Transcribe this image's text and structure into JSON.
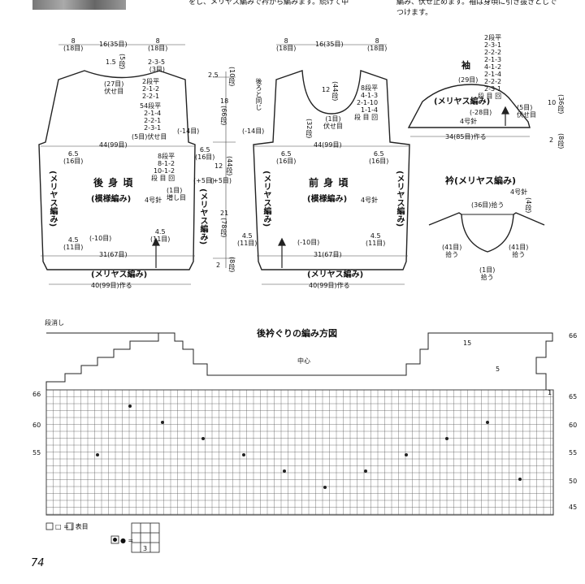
{
  "header": {
    "left_text": "をし、メリヤス編みで衿から編みます。続けて中",
    "right_text_1": "編み、伏せ止めます。袖は身頃に引き抜きとじで",
    "right_text_2": "つけます。"
  },
  "back": {
    "title": "後 身 頃",
    "pattern": "(模様編み)",
    "needle": "4号針",
    "side_left": "(メリヤス編み)",
    "side_right": "(メリヤス編み)",
    "top_dims": [
      "8\n(18目)",
      "16(35目)",
      "8\n(18目)"
    ],
    "shoulder": "2-3-5\n(3目)",
    "shoulder_15": "1.5",
    "shoulder_15_rows": "(5段)",
    "neck_stitches": "(27目)\n伏せ目",
    "neck_dec": "2段平\n2-1-2\n2-2-1",
    "arm_dec": "54段平\n2-1-4\n2-2-1\n2-3-1",
    "arm_cast": "(5目)伏せ目",
    "arm_minus": "(-14目)",
    "width_44": "44(99目)",
    "inc_65_left": "6.5\n(16目)",
    "inc_65_right": "6.5\n(16目)",
    "side_inc": "8段平\n8-1-2\n10-1-2\n段 目 回",
    "inc_note": "(1目)\n増し目",
    "plus5": "(+5目)",
    "hem_45_left": "4.5\n(11目)",
    "hem_45_right": "4.5\n(11目)",
    "minus10": "(-10目)",
    "hem_31": "31(67目)",
    "hem_knit": "(メリヤス編み)",
    "bottom_width": "40(99目)作る"
  },
  "center": {
    "top_25": "2.5",
    "top_25_rows": "(10段)",
    "d18": "18",
    "d18_rows": "(66段)",
    "d12": "12",
    "d12_rows": "(44段)",
    "d21": "21",
    "d21_rows": "(78段)",
    "d2": "2",
    "d2_rows": "(8段)",
    "plus5": "(+5目)"
  },
  "front": {
    "title": "前 身 頃",
    "pattern": "(模様編み)",
    "needle": "4号針",
    "side_left": "(メリヤス編み)",
    "side_right": "(メリヤス編み)",
    "top_dims": [
      "8\n(18目)",
      "16(35目)",
      "8\n(18目)"
    ],
    "back_ref": "後ろと同じ",
    "neck_12": "12",
    "neck_12_rows": "(44段)",
    "neck_dec": "8段平\n4-1-3\n2-1-10\n1-1-4\n段 目 回",
    "neck_center": "(1目)\n伏せ目",
    "side_32": "(32段)",
    "minus14": "(-14目)",
    "width_44": "44(99目)",
    "inc_65_left": "6.5\n(16目)",
    "inc_65_right": "6.5\n(16目)",
    "hem_45_left": "4.5\n(11目)",
    "hem_45_right": "4.5\n(11目)",
    "minus10": "(-10目)",
    "hem_31": "31(67目)",
    "hem_knit": "(メリヤス編み)",
    "bottom_width": "40(99目)作る"
  },
  "sleeve": {
    "title": "袖",
    "top_dec": "2段平\n2-3-1\n2-2-2\n2-1-3\n4-1-2\n2-1-4\n2-2-2\n2-3-1\n段 目 回",
    "top_stitches": "(29目)",
    "knit": "(メリヤス編み)",
    "minus28": "(-28目)",
    "needle": "4号針",
    "cast": "(5目)\n伏せ目",
    "h10": "10",
    "h10_rows": "(36段)",
    "width": "34(85目)作る",
    "d2": "2",
    "d2_rows": "(8段)"
  },
  "collar": {
    "title": "衿(メリヤス編み)",
    "needle": "4号針",
    "pick_top": "(36目)拾う",
    "pick_top_rows": "(4段)",
    "pick_left": "(41目)\n拾う",
    "pick_right": "(41目)\n拾う",
    "pick_bottom": "(1目)\n拾う"
  },
  "chart": {
    "title": "後衿ぐりの編み方図",
    "label_bind_off": "段消し",
    "center_label": "中心",
    "row_labels_left": [
      "66",
      "60",
      "55"
    ],
    "row_labels_right": [
      "66",
      "65",
      "60",
      "55",
      "50",
      "45"
    ],
    "stitch_5": "5",
    "stitch_15": "15",
    "stitch_1": "1"
  },
  "legend": {
    "knit": "□ = | 表目",
    "bobble": "● =",
    "bobble_count": "3"
  },
  "page_number": "74"
}
